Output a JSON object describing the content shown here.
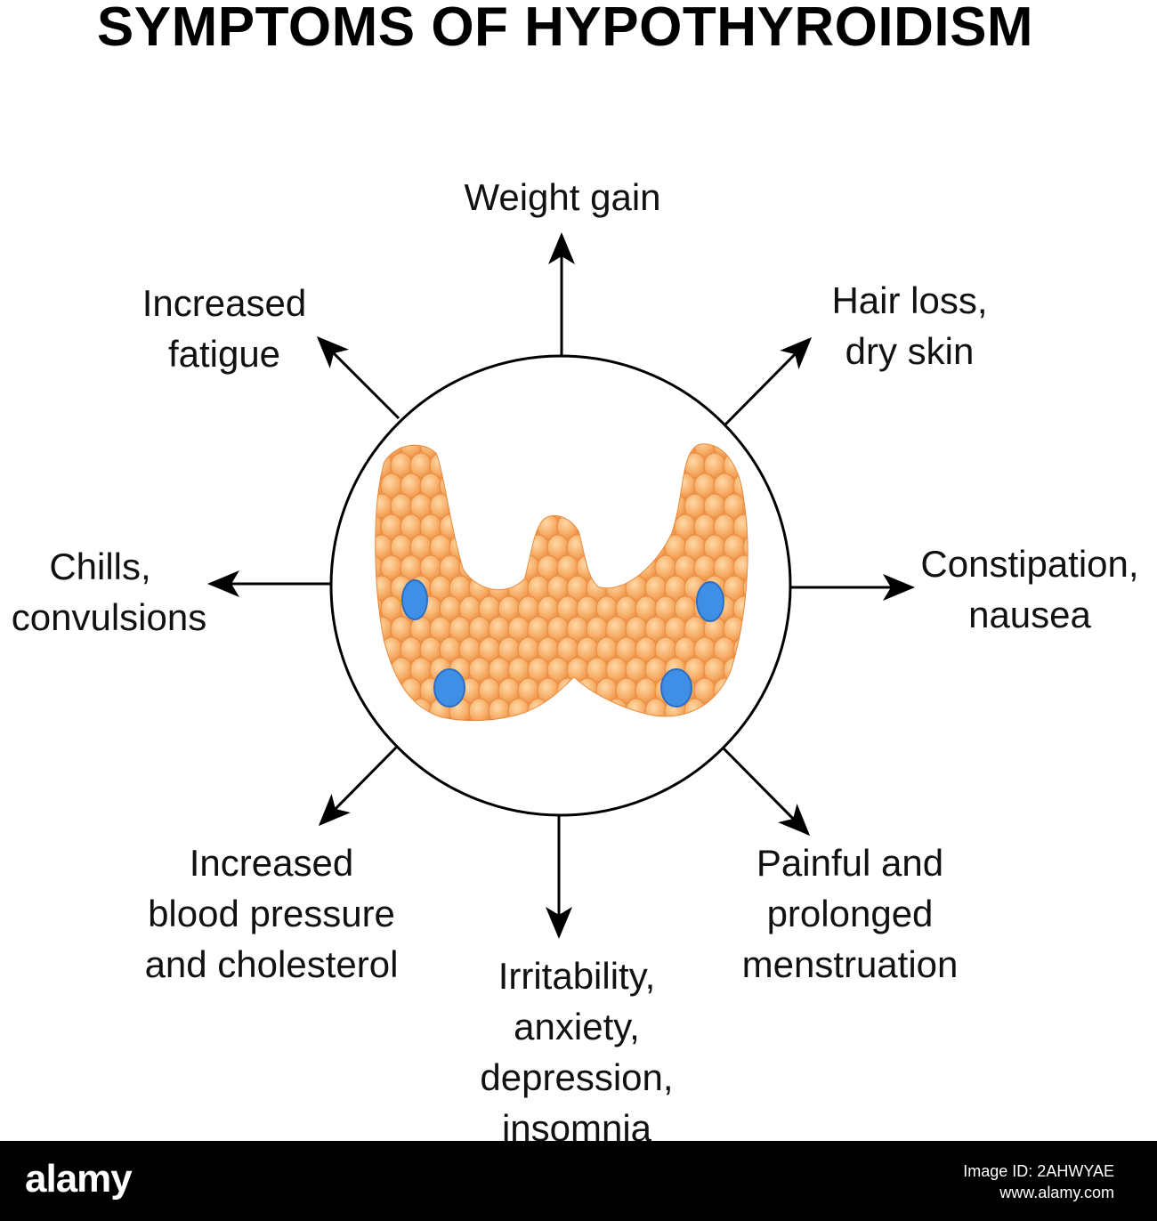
{
  "title": "SYMPTOMS OF HYPOTHYROIDISM",
  "symptoms": {
    "top": [
      "Weight gain"
    ],
    "top_right": [
      "Hair loss,",
      "dry skin"
    ],
    "right": [
      "Constipation,",
      "nausea"
    ],
    "bottom_right": [
      "Painful and",
      "prolonged",
      "menstruation"
    ],
    "bottom": [
      "Irritability,",
      "anxiety,",
      "depression,",
      "insomnia"
    ],
    "bottom_left": [
      "Increased",
      "blood pressure",
      "and cholesterol"
    ],
    "left": [
      "Chills,",
      "convulsions"
    ],
    "top_left": [
      "Increased",
      "fatigue"
    ]
  },
  "colors": {
    "gland_fill": "#f6b36e",
    "gland_stroke": "#e98a3d",
    "nodule": "#3f8fe6",
    "footer_bg": "#000000"
  },
  "footer": {
    "brand": "alamy",
    "image_id_line1": "Image ID: 2AHWYAE",
    "image_id_line2": "www.alamy.com"
  }
}
